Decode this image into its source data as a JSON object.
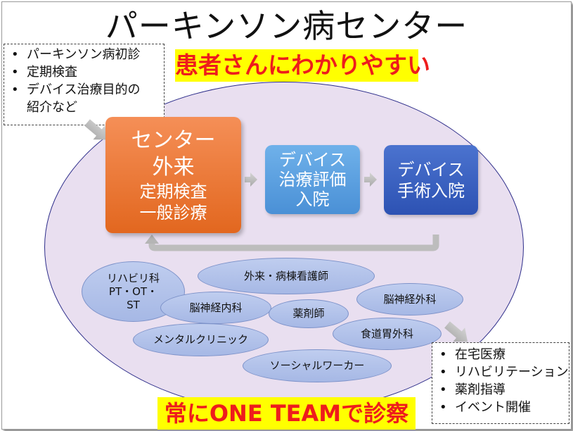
{
  "title": "パーキンソン病センター",
  "banner_top": "患者さんにわかりやすい",
  "banner_bottom": "常にONE TEAMで診察",
  "left_notes": {
    "items": [
      "パーキンソン病初診",
      "定期検査",
      "デバイス治療目的の",
      "紹介など"
    ]
  },
  "right_notes": {
    "items": [
      "在宅医療",
      "リハビリテーション",
      "薬剤指導",
      "イベント開催"
    ]
  },
  "boxes": {
    "main": {
      "line1": "センター",
      "line2": "外来",
      "line3": "定期検査",
      "line4": "一般診療"
    },
    "eval": {
      "line1": "デバイス",
      "line2": "治療評価",
      "line3": "入院"
    },
    "surgery": {
      "line1": "デバイス",
      "line2": "手術入院"
    }
  },
  "team": {
    "rehab": {
      "line1": "リハビリ科",
      "line2": "PT・OT・",
      "line3": "ST"
    },
    "nurse": "外来・病棟看護師",
    "neurosurgery": "脳神経外科",
    "neurology": "脳神経内科",
    "pharmacist": "薬剤師",
    "gastro": "食道胃外科",
    "mental": "メンタルクリニック",
    "social": "ソーシャルワーカー"
  },
  "colors": {
    "banner_bg": "#ffff00",
    "banner_text": "#ee1c1c",
    "ellipse_fill": "#e9dff0",
    "main_box": "#e2671f",
    "eval_box": "#4a90d6",
    "surgery_box": "#2d52b3",
    "team_oval": "#b3c3ea"
  }
}
